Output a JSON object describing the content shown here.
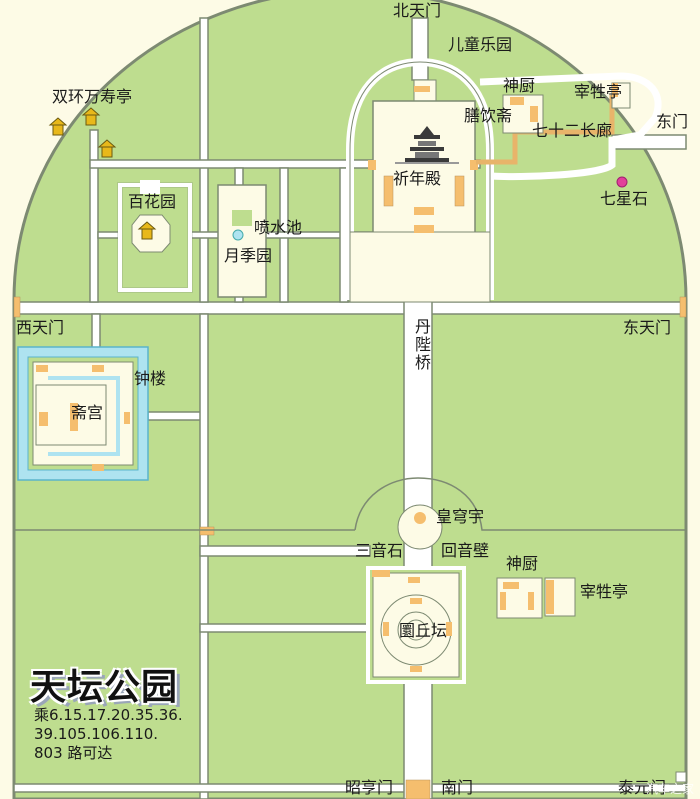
{
  "map": {
    "title": "天坛公园",
    "bus_info": {
      "line1": "乘6.15.17.20.35.36.",
      "line2": "39.105.106.110.",
      "line3": "803 路可达"
    },
    "watermark": "汽车之家",
    "colors": {
      "grass": "#bedd8f",
      "road": "#ffffff",
      "plaza": "#fdfbe6",
      "outline": "#7d8a72",
      "building": "#f5be6e",
      "water": "#aee3f0",
      "marker": "#e2409a"
    },
    "labels": {
      "north_gate": "北天门",
      "kids_park": "儿童乐园",
      "double_pavilion": "双环万寿亭",
      "divine_kitchen_north": "神厨",
      "slaughter_pavilion_north": "宰牲亭",
      "abstinence_hall": "膳饮斋",
      "long_corridor": "七十二长廊",
      "east_gate": "东门",
      "prayer_hall": "祈年殿",
      "seven_star_stone": "七星石",
      "hundred_flower_garden": "百花园",
      "fountain": "喷水池",
      "rose_garden": "月季园",
      "west_heaven_gate": "西天门",
      "east_heaven_gate": "东天门",
      "bell_tower": "钟楼",
      "fasting_palace": "斋宫",
      "danbi_bridge": "丹陛桥",
      "imperial_vault": "皇穹宇",
      "echo_wall": "回音壁",
      "triple_sound_stone": "三音石",
      "divine_kitchen_south": "神厨",
      "slaughter_pavilion_south": "宰牲亭",
      "circular_mound": "圜丘坛",
      "zhaoheng_gate": "昭亨门",
      "south_gate": "南门",
      "taiyuan_gate": "泰元门"
    }
  }
}
